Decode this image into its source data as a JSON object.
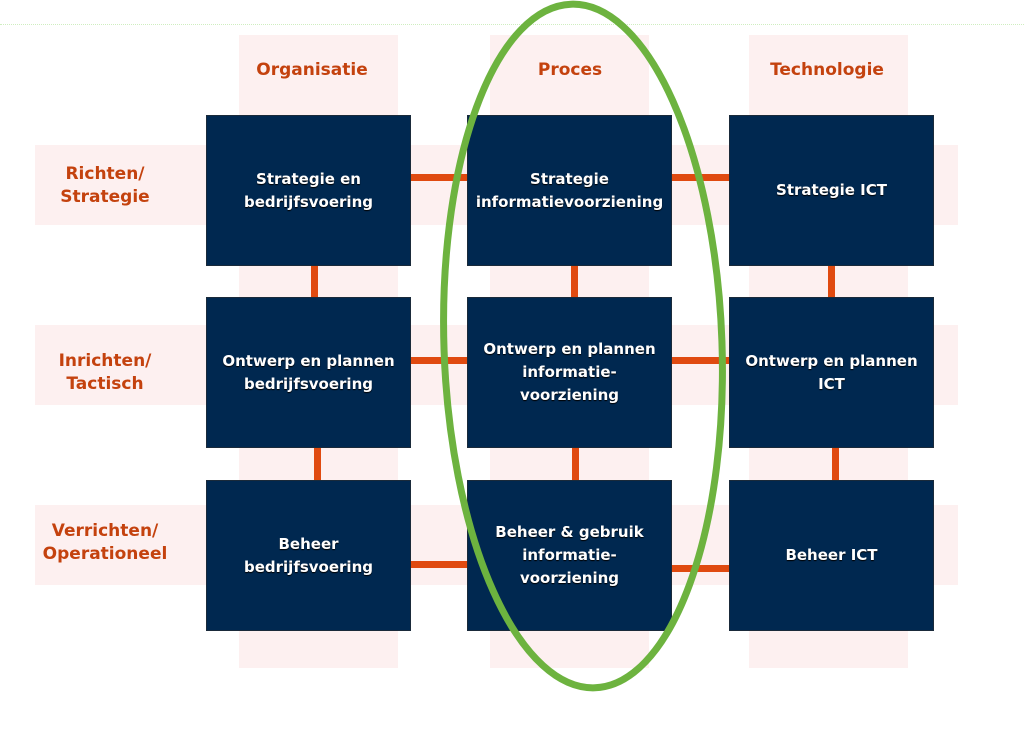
{
  "columns": [
    "Organisatie",
    "Proces",
    "Technologie"
  ],
  "rows": [
    "Richten/\nStrategie",
    "Inrichten/\nTactisch",
    "Verrichten/\nOperationeel"
  ],
  "cells": [
    [
      "Strategie en bedrijfsvoering",
      "Strategie informatievoorziening",
      "Strategie ICT"
    ],
    [
      "Ontwerp en plannen bedrijfsvoering",
      "Ontwerp en plannen informatie-voorziening",
      "Ontwerp en plannen ICT"
    ],
    [
      "Beheer bedrijfsvoering",
      "Beheer & gebruik informatie-voorziening",
      "Beheer ICT"
    ]
  ],
  "colors": {
    "box": "#002850",
    "accent": "#c4420e",
    "connector": "#e04a10",
    "highlight": "#6db33f",
    "band": "#fdf0f0"
  }
}
